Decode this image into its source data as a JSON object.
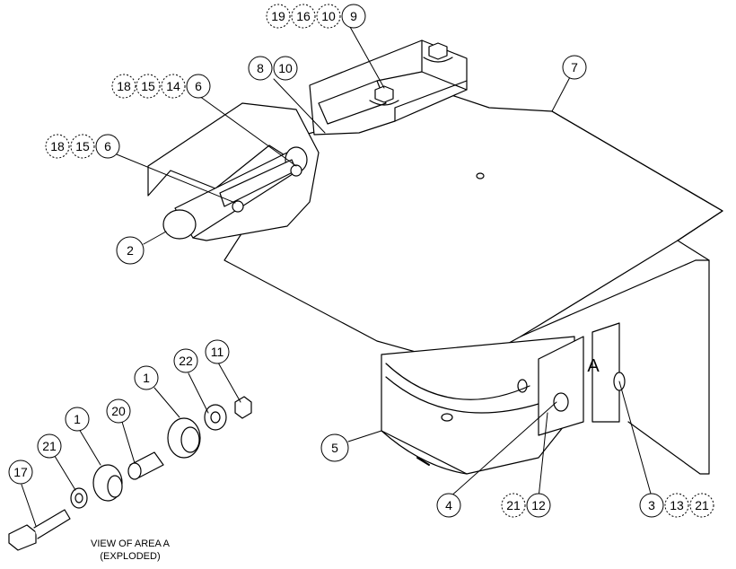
{
  "diagram": {
    "view_caption_line1": "VIEW OF AREA  A",
    "view_caption_line2": "(EXPLODED)",
    "area_marker": "A",
    "callouts": {
      "c19": "19",
      "c16": "16",
      "c10a": "10",
      "c9": "9",
      "c8": "8",
      "c10b": "10",
      "c7": "7",
      "c18a": "18",
      "c15a": "15",
      "c14": "14",
      "c6a": "6",
      "c18b": "18",
      "c15b": "15",
      "c6b": "6",
      "c2": "2",
      "c1a": "1",
      "c22": "22",
      "c11": "11",
      "c20": "20",
      "c1b": "1",
      "c21a": "21",
      "c17": "17",
      "c5": "5",
      "c4": "4",
      "c21b": "21",
      "c12": "12",
      "c3": "3",
      "c13": "13",
      "c21c": "21"
    }
  }
}
